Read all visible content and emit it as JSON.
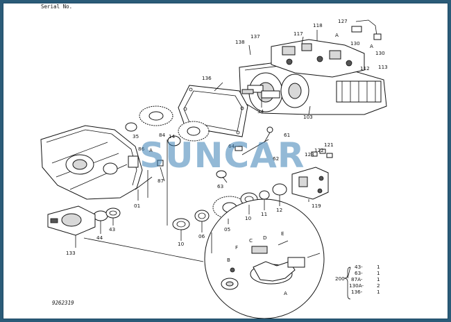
{
  "header": {
    "serial_label": "Serial No."
  },
  "watermark": {
    "text": "SUNCAR",
    "color": "#3a7fb5"
  },
  "figure_code": "9262319",
  "callouts": {
    "c01": "01",
    "c05": "05",
    "c06": "06",
    "c10": "10",
    "c11": "11",
    "c12": "12",
    "c14": "14",
    "c34": "34",
    "c35": "35",
    "c43": "43",
    "c44": "44",
    "c61": "61",
    "c62": "62",
    "c63": "63",
    "c64": "64",
    "c84": "84",
    "c86": "86",
    "c87": "87",
    "c103": "103",
    "c112": "112",
    "c113": "113",
    "c117": "117",
    "c118": "118",
    "c119": "119",
    "c121": "121",
    "c122": "122",
    "c123": "123",
    "c127": "127",
    "c130a": "130",
    "c130b": "130",
    "c133": "133",
    "c136": "136",
    "c137": "137",
    "c138": "138",
    "cA1": "A",
    "cA2": "A",
    "cA3": "A",
    "cA4": "A",
    "cB": "B",
    "cC": "C",
    "cD": "D",
    "cE": "E",
    "cF": "F"
  },
  "kit": {
    "number": "200",
    "items": [
      {
        "part": "43-",
        "qty": "1"
      },
      {
        "part": "63-",
        "qty": "1"
      },
      {
        "part": "87A-",
        "qty": "1"
      },
      {
        "part": "130A-",
        "qty": "2"
      },
      {
        "part": "136-",
        "qty": "1"
      }
    ]
  }
}
